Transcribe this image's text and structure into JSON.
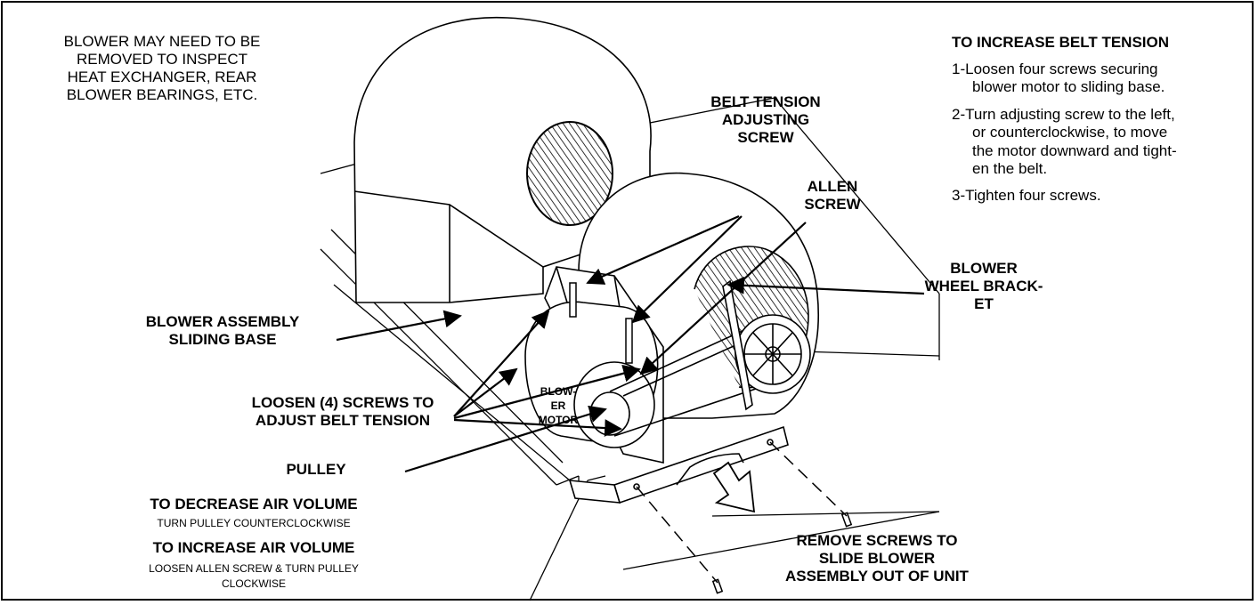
{
  "note": {
    "lines": [
      "BLOWER MAY NEED TO BE",
      "REMOVED TO INSPECT",
      "HEAT EXCHANGER, REAR",
      "BLOWER BEARINGS, ETC."
    ]
  },
  "instructions": {
    "title": "TO INCREASE BELT TENSION",
    "steps": [
      {
        "l1": "1-Loosen four screws securing",
        "l2": "blower motor to sliding base."
      },
      {
        "l1": "2-Turn adjusting screw to the left,",
        "l2": "or counterclockwise, to move",
        "l3": "the motor downward and tight-",
        "l4": "en the belt."
      },
      {
        "l1": "3-Tighten four screws."
      }
    ]
  },
  "labels": {
    "belt_tension": [
      "BELT TENSION",
      "ADJUSTING",
      "SCREW"
    ],
    "allen_screw": [
      "ALLEN",
      "SCREW"
    ],
    "blower_wheel_bracket": [
      "BLOWER",
      "WHEEL BRACK-",
      "ET"
    ],
    "sliding_base": [
      "BLOWER ASSEMBLY",
      "SLIDING BASE"
    ],
    "loosen_screws": [
      "LOOSEN (4) SCREWS TO",
      "ADJUST BELT TENSION"
    ],
    "blower_motor": [
      "BLOW-",
      "ER",
      "MOTOR"
    ],
    "pulley": "PULLEY",
    "decrease_title": "TO DECREASE AIR VOLUME",
    "decrease_text": "TURN PULLEY COUNTERCLOCKWISE",
    "increase_title": "TO INCREASE AIR VOLUME",
    "increase_text": [
      "LOOSEN ALLEN SCREW & TURN PULLEY",
      "CLOCKWISE"
    ],
    "remove_screws": [
      "REMOVE SCREWS TO",
      "SLIDE BLOWER",
      "ASSEMBLY OUT OF UNIT"
    ]
  }
}
